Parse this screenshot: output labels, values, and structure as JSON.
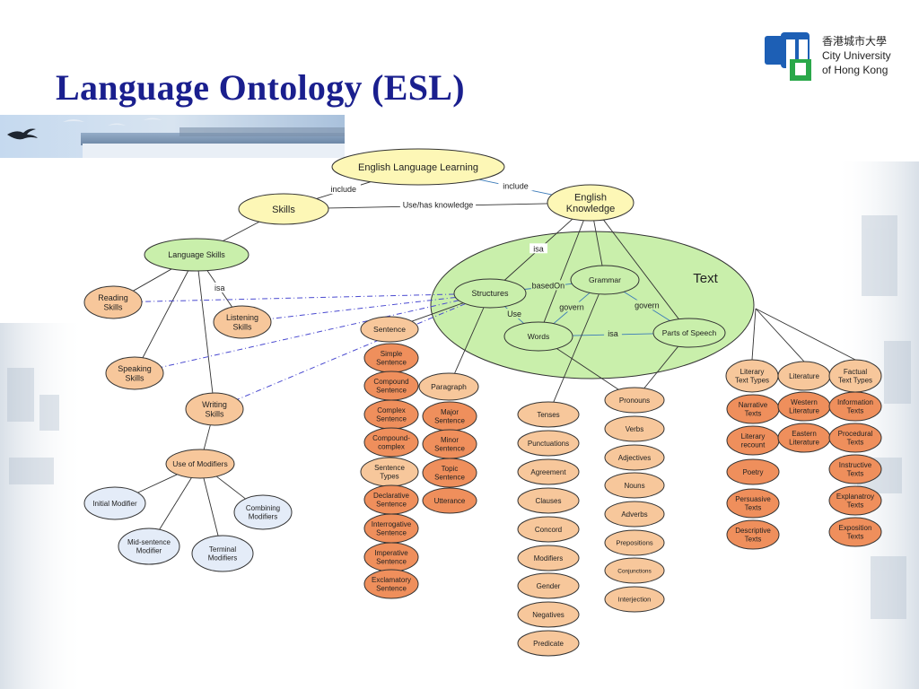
{
  "title": "Language Ontology (ESL)",
  "logo": {
    "chinese_name": "香港城市大學",
    "english_line1": "City University",
    "english_line2": "of Hong Kong",
    "brand_color": "#1d5fb5",
    "accent_color": "#2aa84a"
  },
  "colors": {
    "title": "#1a1f8e",
    "yellow_node": "#fdf7b6",
    "green_node": "#c9efab",
    "orange_node": "#f7c79b",
    "dark_orange_node": "#ef8f5c",
    "blue_node": "#e4ecf8",
    "text_region": "#c9efab",
    "dashed_edge": "#4a4ad0"
  },
  "diagram": {
    "region_label": "Text",
    "nodes": [
      {
        "id": "english-language-learning",
        "lines": [
          "English Language Learning"
        ],
        "style": "yellow"
      },
      {
        "id": "skills",
        "lines": [
          "Skills"
        ],
        "style": "yellow"
      },
      {
        "id": "english-knowledge",
        "lines": [
          "English",
          "Knowledge"
        ],
        "style": "yellow"
      },
      {
        "id": "language-skills",
        "lines": [
          "Language Skills"
        ],
        "style": "green"
      },
      {
        "id": "reading-skills",
        "lines": [
          "Reading",
          "Skills"
        ],
        "style": "orange"
      },
      {
        "id": "listening-skills",
        "lines": [
          "Listening",
          "Skills"
        ],
        "style": "orange"
      },
      {
        "id": "speaking-skills",
        "lines": [
          "Speaking",
          "Skills"
        ],
        "style": "orange"
      },
      {
        "id": "writing-skills",
        "lines": [
          "Writing",
          "Skills"
        ],
        "style": "orange"
      },
      {
        "id": "use-of-modifiers",
        "lines": [
          "Use of Modifiers"
        ],
        "style": "orange"
      },
      {
        "id": "initial-modifier",
        "lines": [
          "Initial Modifier"
        ],
        "style": "blue"
      },
      {
        "id": "mid-sentence-modifier",
        "lines": [
          "Mid-sentence",
          "Modifier"
        ],
        "style": "blue"
      },
      {
        "id": "terminal-modifiers",
        "lines": [
          "Terminal",
          "Modifiers"
        ],
        "style": "blue"
      },
      {
        "id": "combining-modifiers",
        "lines": [
          "Combining",
          "Modifiers"
        ],
        "style": "blue"
      },
      {
        "id": "structures",
        "lines": [
          "Structures"
        ],
        "style": "green"
      },
      {
        "id": "grammar",
        "lines": [
          "Grammar"
        ],
        "style": "green"
      },
      {
        "id": "words",
        "lines": [
          "Words"
        ],
        "style": "green"
      },
      {
        "id": "parts-of-speech",
        "lines": [
          "Parts of Speech"
        ],
        "style": "green"
      },
      {
        "id": "sentence",
        "lines": [
          "Sentence"
        ],
        "style": "orange"
      },
      {
        "id": "simple-sentence",
        "lines": [
          "Simple",
          "Sentence"
        ],
        "style": "dark"
      },
      {
        "id": "compound-sentence",
        "lines": [
          "Compound",
          "Sentence"
        ],
        "style": "dark"
      },
      {
        "id": "complex-sentence",
        "lines": [
          "Complex",
          "Sentence"
        ],
        "style": "dark"
      },
      {
        "id": "compound-complex",
        "lines": [
          "Compound-",
          "complex"
        ],
        "style": "dark"
      },
      {
        "id": "sentence-types",
        "lines": [
          "Sentence",
          "Types"
        ],
        "style": "orange"
      },
      {
        "id": "declarative-sentence",
        "lines": [
          "Declarative",
          "Sentence"
        ],
        "style": "dark"
      },
      {
        "id": "interrogative-sentence",
        "lines": [
          "Interrogative",
          "Sentence"
        ],
        "style": "dark"
      },
      {
        "id": "imperative-sentence",
        "lines": [
          "Imperative",
          "Sentence"
        ],
        "style": "dark"
      },
      {
        "id": "exclamatory-sentence",
        "lines": [
          "Exclamatory",
          "Sentence"
        ],
        "style": "dark"
      },
      {
        "id": "paragraph",
        "lines": [
          "Paragraph"
        ],
        "style": "orange"
      },
      {
        "id": "major-sentence",
        "lines": [
          "Major",
          "Sentence"
        ],
        "style": "dark"
      },
      {
        "id": "minor-sentence",
        "lines": [
          "Minor",
          "Sentence"
        ],
        "style": "dark"
      },
      {
        "id": "topic-sentence",
        "lines": [
          "Topic",
          "Sentence"
        ],
        "style": "dark"
      },
      {
        "id": "utterance",
        "lines": [
          "Utterance"
        ],
        "style": "dark"
      },
      {
        "id": "tenses",
        "lines": [
          "Tenses"
        ],
        "style": "orange"
      },
      {
        "id": "punctuations",
        "lines": [
          "Punctuations"
        ],
        "style": "orange"
      },
      {
        "id": "agreement",
        "lines": [
          "Agreement"
        ],
        "style": "orange"
      },
      {
        "id": "clauses",
        "lines": [
          "Clauses"
        ],
        "style": "orange"
      },
      {
        "id": "concord",
        "lines": [
          "Concord"
        ],
        "style": "orange"
      },
      {
        "id": "modifiers",
        "lines": [
          "Modifiers"
        ],
        "style": "orange"
      },
      {
        "id": "gender",
        "lines": [
          "Gender"
        ],
        "style": "orange"
      },
      {
        "id": "negatives",
        "lines": [
          "Negatives"
        ],
        "style": "orange"
      },
      {
        "id": "predicate",
        "lines": [
          "Predicate"
        ],
        "style": "orange"
      },
      {
        "id": "pronouns",
        "lines": [
          "Pronouns"
        ],
        "style": "orange"
      },
      {
        "id": "verbs",
        "lines": [
          "Verbs"
        ],
        "style": "orange"
      },
      {
        "id": "adjectives",
        "lines": [
          "Adjectives"
        ],
        "style": "orange"
      },
      {
        "id": "nouns",
        "lines": [
          "Nouns"
        ],
        "style": "orange"
      },
      {
        "id": "adverbs",
        "lines": [
          "Adverbs"
        ],
        "style": "orange"
      },
      {
        "id": "prepositions",
        "lines": [
          "Prepositions"
        ],
        "style": "orange"
      },
      {
        "id": "conjunctions",
        "lines": [
          "Conjunctions"
        ],
        "style": "orange"
      },
      {
        "id": "interjection",
        "lines": [
          "Interjection"
        ],
        "style": "orange"
      },
      {
        "id": "literary-text-types",
        "lines": [
          "Literary",
          "Text Types"
        ],
        "style": "orange"
      },
      {
        "id": "literature",
        "lines": [
          "Literature"
        ],
        "style": "orange"
      },
      {
        "id": "factual-text-types",
        "lines": [
          "Factual",
          "Text Types"
        ],
        "style": "orange"
      },
      {
        "id": "narrative-texts",
        "lines": [
          "Narrative",
          "Texts"
        ],
        "style": "dark"
      },
      {
        "id": "literary-recount",
        "lines": [
          "Literary",
          "recount"
        ],
        "style": "dark"
      },
      {
        "id": "poetry",
        "lines": [
          "Poetry"
        ],
        "style": "dark"
      },
      {
        "id": "persuasive-texts",
        "lines": [
          "Persuasive",
          "Texts"
        ],
        "style": "dark"
      },
      {
        "id": "descriptive-texts",
        "lines": [
          "Descriptive",
          "Texts"
        ],
        "style": "dark"
      },
      {
        "id": "western-literature",
        "lines": [
          "Western",
          "Literature"
        ],
        "style": "dark"
      },
      {
        "id": "eastern-literature",
        "lines": [
          "Eastern",
          "Literature"
        ],
        "style": "dark"
      },
      {
        "id": "information-texts",
        "lines": [
          "Information",
          "Texts"
        ],
        "style": "dark"
      },
      {
        "id": "procedural-texts",
        "lines": [
          "Procedural",
          "Texts"
        ],
        "style": "dark"
      },
      {
        "id": "instructive-texts",
        "lines": [
          "Instructive",
          "Texts"
        ],
        "style": "dark"
      },
      {
        "id": "explanatroy-texts",
        "lines": [
          "Explanatroy",
          "Texts"
        ],
        "style": "dark"
      },
      {
        "id": "exposition-texts",
        "lines": [
          "Exposition",
          "Texts"
        ],
        "style": "dark"
      }
    ],
    "edges": [
      {
        "from": "english-language-learning",
        "to": "skills",
        "label": "include",
        "kind": "solid"
      },
      {
        "from": "english-language-learning",
        "to": "english-knowledge",
        "label": "include",
        "kind": "solid-blue"
      },
      {
        "from": "skills",
        "to": "english-knowledge",
        "label": "Use/has knowledge",
        "kind": "solid"
      },
      {
        "from": "skills",
        "to": "language-skills",
        "label": "",
        "kind": "solid"
      },
      {
        "from": "language-skills",
        "to": "reading-skills",
        "label": "",
        "kind": "solid"
      },
      {
        "from": "language-skills",
        "to": "listening-skills",
        "label": "isa",
        "kind": "solid"
      },
      {
        "from": "language-skills",
        "to": "speaking-skills",
        "label": "",
        "kind": "solid"
      },
      {
        "from": "language-skills",
        "to": "writing-skills",
        "label": "",
        "kind": "solid"
      },
      {
        "from": "writing-skills",
        "to": "use-of-modifiers",
        "label": "",
        "kind": "solid"
      },
      {
        "from": "use-of-modifiers",
        "to": "initial-modifier",
        "label": "",
        "kind": "solid"
      },
      {
        "from": "use-of-modifiers",
        "to": "mid-sentence-modifier",
        "label": "",
        "kind": "solid"
      },
      {
        "from": "use-of-modifiers",
        "to": "terminal-modifiers",
        "label": "",
        "kind": "solid"
      },
      {
        "from": "use-of-modifiers",
        "to": "combining-modifiers",
        "label": "",
        "kind": "solid"
      },
      {
        "from": "english-knowledge",
        "to": "structures",
        "label": "isa",
        "kind": "solid"
      },
      {
        "from": "english-knowledge",
        "to": "grammar",
        "label": "",
        "kind": "solid"
      },
      {
        "from": "english-knowledge",
        "to": "words",
        "label": "",
        "kind": "solid"
      },
      {
        "from": "english-knowledge",
        "to": "parts-of-speech",
        "label": "",
        "kind": "solid"
      },
      {
        "from": "structures",
        "to": "grammar",
        "label": "basedOn",
        "kind": "solid-blue"
      },
      {
        "from": "grammar",
        "to": "words",
        "label": "govern",
        "kind": "solid-blue"
      },
      {
        "from": "grammar",
        "to": "parts-of-speech",
        "label": "govern",
        "kind": "solid-blue"
      },
      {
        "from": "structures",
        "to": "words",
        "label": "Use",
        "kind": "solid-blue"
      },
      {
        "from": "words",
        "to": "parts-of-speech",
        "label": "isa",
        "kind": "solid-blue"
      },
      {
        "from": "structures",
        "to": "reading-skills",
        "label": "",
        "kind": "dashed"
      },
      {
        "from": "structures",
        "to": "listening-skills",
        "label": "",
        "kind": "dashed"
      },
      {
        "from": "structures",
        "to": "speaking-skills",
        "label": "",
        "kind": "dashed"
      },
      {
        "from": "structures",
        "to": "writing-skills",
        "label": "",
        "kind": "dashed"
      },
      {
        "from": "structures",
        "to": "sentence",
        "label": "",
        "kind": "solid"
      },
      {
        "from": "structures",
        "to": "paragraph",
        "label": "",
        "kind": "solid"
      },
      {
        "from": "grammar",
        "to": "tenses",
        "label": "",
        "kind": "solid"
      },
      {
        "from": "words",
        "to": "pronouns",
        "label": "",
        "kind": "solid"
      },
      {
        "from": "parts-of-speech",
        "to": "pronouns",
        "label": "",
        "kind": "solid"
      },
      {
        "from": "text-region",
        "to": "literary-text-types",
        "label": "",
        "kind": "solid"
      },
      {
        "from": "text-region",
        "to": "literature",
        "label": "",
        "kind": "solid"
      },
      {
        "from": "text-region",
        "to": "factual-text-types",
        "label": "",
        "kind": "solid"
      }
    ]
  }
}
